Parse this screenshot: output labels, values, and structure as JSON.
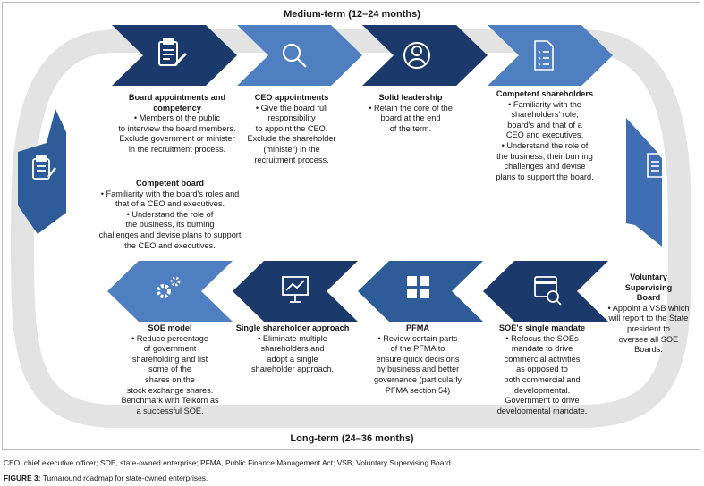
{
  "header": {
    "top_label": "Medium-term (12–24 months)",
    "bottom_label": "Long-term (24–36 months)"
  },
  "colors": {
    "dark_navy": "#1b3a6b",
    "mid_blue": "#2e5c99",
    "light_blue": "#4f7fc1",
    "ring": "#e3e3e3"
  },
  "stages": [
    {
      "title": "Board appointments and\ncompetency",
      "body": "• Members of the public\nto interview the board members.\nExclude government or minister\nin the recruitment process.",
      "icon": "clipboard-pen-icon"
    },
    {
      "title": "CEO appointments",
      "body": "• Give the board full\nresponsibility\nto appoint the CEO.\nExclude the shareholder\n(minister) in the\nrecruitment process.",
      "icon": "magnifier-icon"
    },
    {
      "title": "Solid leadership",
      "body": "• Retain the core of the\nboard at the end\nof the term.",
      "icon": "person-icon"
    },
    {
      "title": "Competent shareholders",
      "body": "• Familiarity with the\nshareholders' role,\nboard's and that of a\nCEO and executives.\n• Understand the role of\nthe business, their burning\nchallenges and devise\nplans to support the board.",
      "icon": "checklist-icon"
    },
    {
      "title": "Voluntary\nSupervising\nBoard",
      "body": "• Appoint a VSB which\nwill report to the State\npresident to\noversee all SOE\nBoards.",
      "icon": "checklist-icon"
    },
    {
      "title": "SOE's single mandate",
      "body": "• Refocus the SOEs\nmandate to drive\ncommercial activities\nas opposed to\nboth commercial and\ndevelopmental.\nGovernment to drive\ndevelopmental mandate.",
      "icon": "calendar-search-icon"
    },
    {
      "title": "PFMA",
      "body": "• Review certain parts\nof the PFMA to\nensure quick decisions\nby business and better\ngovernance (particularly\nPFMA section 54)",
      "icon": "grid-icon"
    },
    {
      "title": "Single shareholder approach",
      "body": "• Eliminate multiple\nshareholders and\nadopt a single\nshareholder approach.",
      "icon": "chart-board-icon"
    },
    {
      "title": "SOE model",
      "body": "• Reduce percentage\nof government\nshareholding and list\nsome of the\nshares on the\nstock exchange shares.\nBenchmark with Telkom as\na successful SOE.",
      "icon": "gears-icon"
    },
    {
      "title": "Competent board",
      "body": "• Familiarity with the board's roles and\nthat of a CEO and executives.\n• Understand the role of\nthe business, its burning\nchallenges and devise plans to support\nthe CEO and executives.",
      "icon": "clipboard-check-icon"
    }
  ],
  "footnote": "CEO, chief executive officer; SOE, state-owned enterprise; PFMA, Public Finance Management Act; VSB, Voluntary Supervising Board.",
  "caption": {
    "label": "FIGURE 3:",
    "text": "Turnaround roadmap for state-owned enterprises."
  }
}
